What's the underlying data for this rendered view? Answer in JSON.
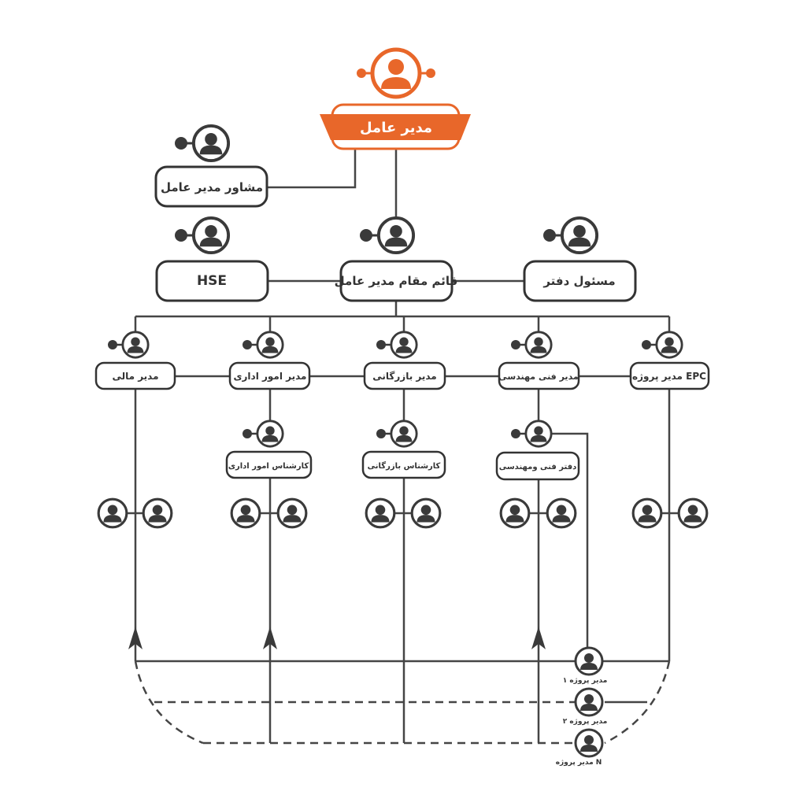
{
  "colors": {
    "accent": "#e8672a",
    "line": "#454545",
    "box_border": "#333333",
    "icon": "#3a3a3a"
  },
  "nodes": {
    "ceo": "مدیر عامل",
    "advisor": "مشاور مدیر عامل",
    "deputy": "قائم مقام مدیر عامل",
    "hse": "HSE",
    "office": "مسئول دفتر",
    "finance": "مدیر مالی",
    "admin": "مدیر امور اداری",
    "commercial": "مدیر بازرگانی",
    "technical": "مدیر فنی مهندسی",
    "epc": "مدیر پروژه EPC",
    "admin_expert": "کارشناس امور اداری",
    "commercial_expert": "کارشناس بازرگانی",
    "tech_office": "دفتر فنی ومهندسی",
    "pm1": "مدیر پروژه ۱",
    "pm2": "مدیر پروژه ۲",
    "pmN": "مدیر پروژه N"
  },
  "icons": [
    "person-icon",
    "connector-dot-icon",
    "arrow-up-icon"
  ]
}
